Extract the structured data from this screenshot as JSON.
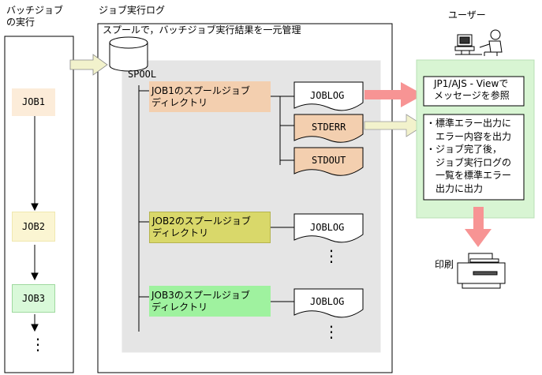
{
  "batch": {
    "title": "バッチジョブ\nの実行",
    "jobs": [
      "JOB1",
      "JOB2",
      "JOB3"
    ],
    "more": "⋮"
  },
  "log": {
    "title": "ジョブ実行ログ",
    "caption": "スプールで，バッチジョブ実行結果を一元管理",
    "spool_label": "SPOOL",
    "dirs": [
      {
        "label": "JOB1のスプールジョブ\nディレクトリ",
        "color": "#f3cfaf"
      },
      {
        "label": "JOB2のスプールジョブ\nディレクトリ",
        "color": "#d9d86a"
      },
      {
        "label": "JOB3のスプールジョブ\nディレクトリ",
        "color": "#9ff29f"
      }
    ],
    "files": {
      "joblog": "JOBLOG",
      "stderr": "STDERR",
      "stdout": "STDOUT",
      "more": "⋮"
    }
  },
  "user": {
    "title": "ユーザー",
    "view_text": "JP1/AJS - Viewで\nメッセージを参照",
    "stderr_text": "・標準エラー出力に\n　エラー内容を出力\n・ジョブ完了後，\n　ジョブ実行ログの\n　一覧を標準エラー\n　出力に出力"
  },
  "print": {
    "label": "印刷"
  },
  "colors": {
    "job1": "#fcecd9",
    "job2": "#fbf5d2",
    "job3": "#d9f9d9",
    "user_panel": "#d8f5d3",
    "spool_area": "#e5e5e5",
    "file_orange": "#f3cfaf",
    "arrow_pink": "#f79494",
    "arrow_cream": "#f2f2cc"
  }
}
